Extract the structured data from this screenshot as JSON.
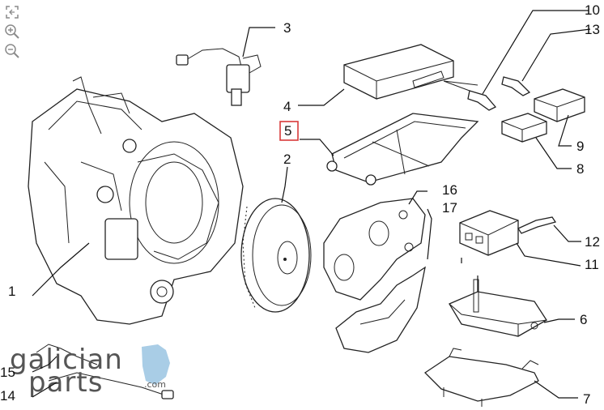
{
  "toolbar": {
    "reset_icon": "reset-view-icon",
    "zoom_in_icon": "zoom-in-icon",
    "zoom_out_icon": "zoom-out-icon"
  },
  "callouts": {
    "c1": "1",
    "c2": "2",
    "c3": "3",
    "c4": "4",
    "c5": "5",
    "c6": "6",
    "c7": "7",
    "c8": "8",
    "c9": "9",
    "c10": "10",
    "c11": "11",
    "c12": "12",
    "c13": "13",
    "c14": "14",
    "c15": "15",
    "c16": "16",
    "c17": "17"
  },
  "highlight_color": "#d83a3a",
  "watermark": {
    "line1": "galician",
    "line2": "parts",
    "suffix": ".com",
    "accent_color": "#a9cde6"
  }
}
